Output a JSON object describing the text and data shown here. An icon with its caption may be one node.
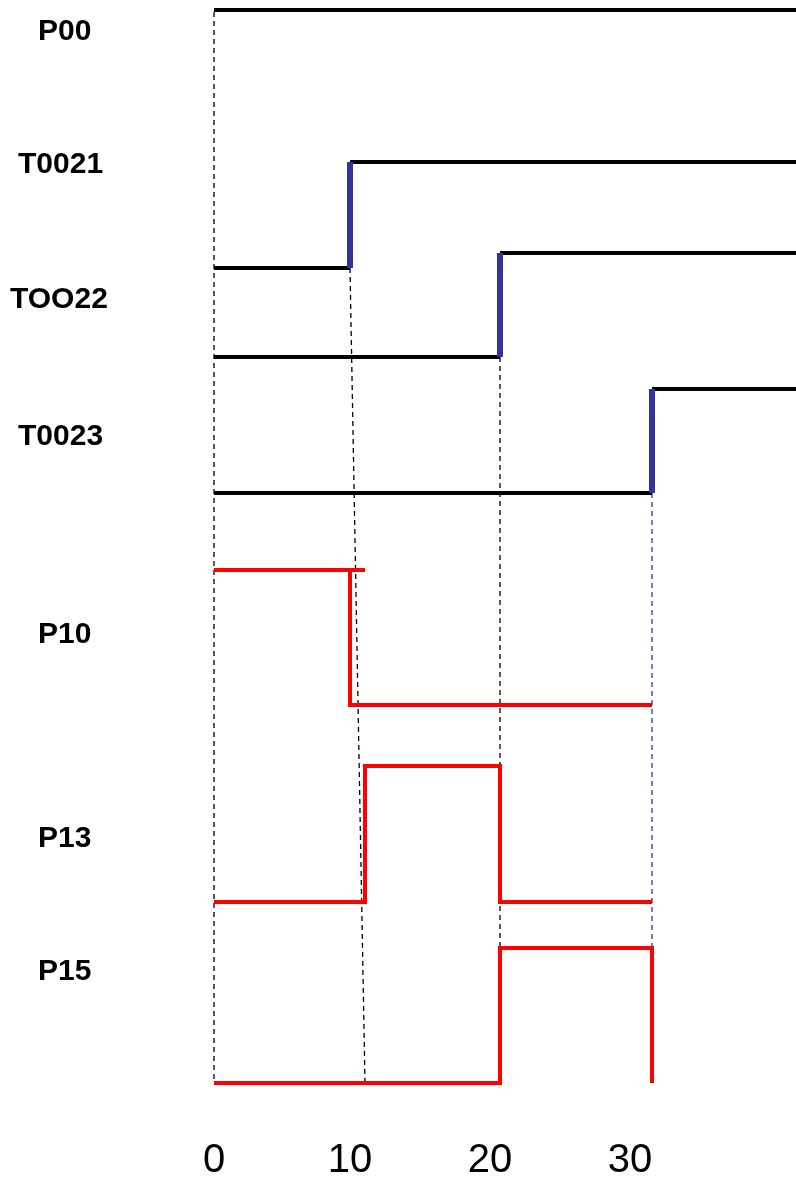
{
  "diagram": {
    "labels": [
      "P00",
      "T0021",
      "TOO22",
      "T0023",
      "P10",
      "P13",
      "P15",
      "0",
      "10",
      "20",
      "30"
    ]
  }
}
